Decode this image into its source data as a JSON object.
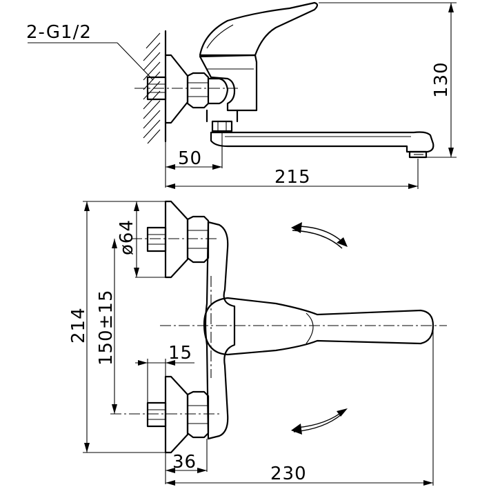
{
  "labels": {
    "thread": "2-G1/2",
    "dim_height": "130",
    "dim_wall_offset": "50",
    "dim_spout_reach": "215",
    "dim_diameter": "ø64",
    "dim_total_height": "214",
    "dim_center_distance": "150±15",
    "dim_inlet": "15",
    "dim_nut": "36",
    "dim_total_width": "230"
  }
}
